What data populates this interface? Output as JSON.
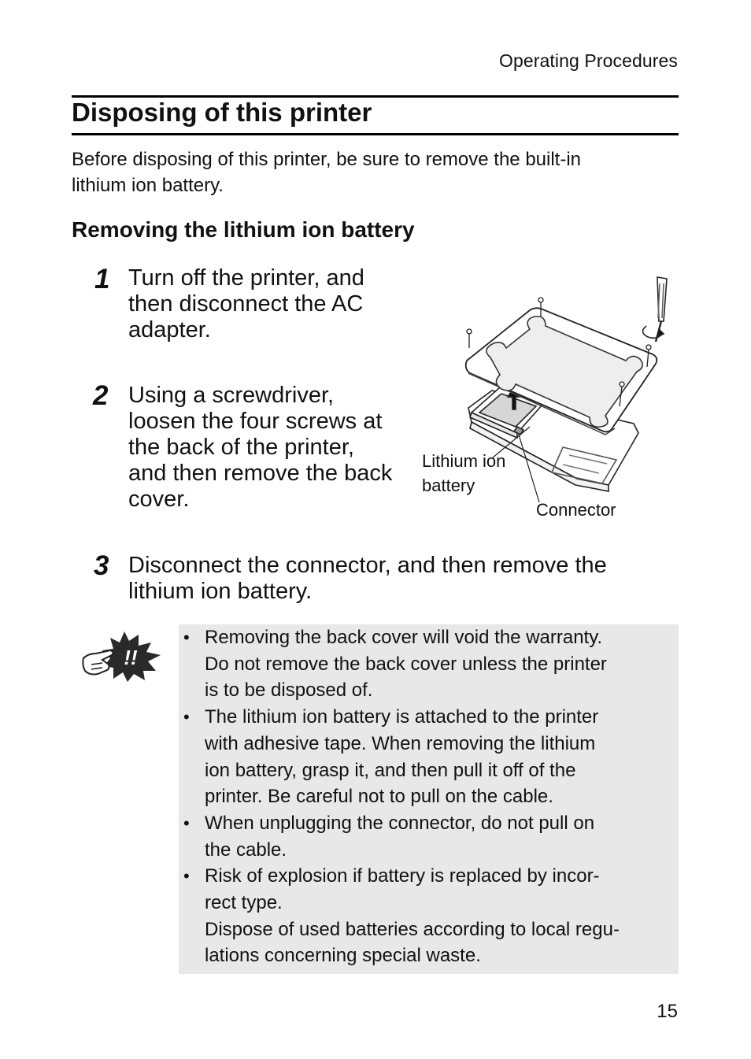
{
  "header": {
    "section_label": "Operating Procedures"
  },
  "section": {
    "title": "Disposing of this printer",
    "intro_lines": [
      "Before disposing of this printer, be sure to remove the built-in",
      "lithium ion battery."
    ]
  },
  "subsection": {
    "title": "Removing the lithium ion battery"
  },
  "steps": [
    {
      "number": "1",
      "lines": [
        "Turn off the printer, and",
        "then disconnect the AC",
        "adapter."
      ]
    },
    {
      "number": "2",
      "lines": [
        "Using a screwdriver,",
        "loosen the four screws at",
        "the back of the printer,",
        "and then remove the back",
        "cover."
      ]
    },
    {
      "number": "3",
      "lines": [
        "Disconnect the connector, and then remove the",
        "lithium ion battery."
      ]
    }
  ],
  "illustration": {
    "callouts": {
      "battery_lines": [
        "Lithium ion",
        "battery"
      ],
      "connector": "Connector"
    }
  },
  "notes": {
    "icon": "caution-hand-exclamation-icon",
    "icon_text": "!!",
    "bullet": "•",
    "items": [
      {
        "lines": [
          "Removing the back cover will void the warranty.",
          "Do not remove the back cover unless the printer",
          "is to be disposed of."
        ]
      },
      {
        "lines": [
          "The lithium ion battery is attached to the printer",
          "with adhesive tape. When removing the lithium",
          "ion battery, grasp it, and then pull it off of the",
          "printer. Be careful not to pull on the cable."
        ]
      },
      {
        "lines": [
          "When unplugging the connector, do not pull on",
          "the cable."
        ]
      },
      {
        "lines": [
          "Risk of explosion if battery is replaced by incor-",
          "rect type.",
          "Dispose of used batteries according to local regu-",
          "lations concerning special waste."
        ]
      }
    ]
  },
  "footer": {
    "page_number": "15"
  }
}
